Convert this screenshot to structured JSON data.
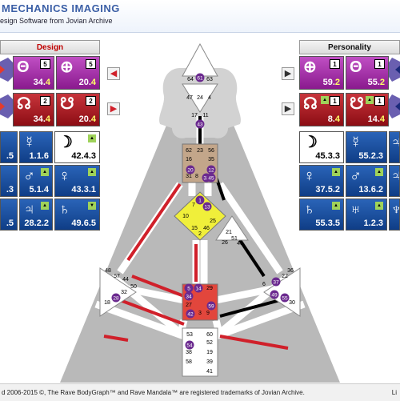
{
  "header": {
    "brand": "MECHANICS IMAGING",
    "tagline": "esign Software from Jovian Archive"
  },
  "design_panel": {
    "title": "Design",
    "rows": [
      [
        {
          "symbol": "Θ",
          "num": "34.",
          "sub": "4",
          "box": "5",
          "color": "purple"
        },
        {
          "symbol": "⊕",
          "num": "20.",
          "sub": "4",
          "box": "5",
          "color": "purple"
        }
      ],
      [
        {
          "symbol": "☊",
          "num": "34.",
          "sub": "4",
          "box": "2",
          "color": "red"
        },
        {
          "symbol": "☋",
          "num": "20.",
          "sub": "4",
          "box": "2",
          "color": "red"
        }
      ],
      [
        {
          "symbol": "",
          "num": ".5",
          "sub": "",
          "color": "blue"
        },
        {
          "symbol": "☿",
          "num": "1.1.6",
          "sub": "",
          "color": "blue"
        },
        {
          "symbol": "☽",
          "num": "42.4.3",
          "sub": "",
          "color": "white"
        }
      ],
      [
        {
          "symbol": "",
          "num": ".3",
          "sub": "",
          "color": "blue"
        },
        {
          "symbol": "♂",
          "num": "5.1.4",
          "sub": "",
          "color": "blue"
        },
        {
          "symbol": "♀",
          "num": "43.3.1",
          "sub": "",
          "color": "blue"
        }
      ],
      [
        {
          "symbol": "",
          "num": ".5",
          "sub": "",
          "color": "blue"
        },
        {
          "symbol": "♃",
          "num": "28.2.2",
          "sub": "",
          "color": "blue"
        },
        {
          "symbol": "♄",
          "num": "49.6.5",
          "sub": "",
          "color": "blue"
        }
      ]
    ]
  },
  "personality_panel": {
    "title": "Personality",
    "rows": [
      [
        {
          "symbol": "⊕",
          "num": "59.",
          "sub": "2",
          "box": "1",
          "color": "purple"
        },
        {
          "symbol": "Θ",
          "num": "55.",
          "sub": "2",
          "box": "1",
          "color": "purple"
        }
      ],
      [
        {
          "symbol": "☊",
          "num": "8.",
          "sub": "4",
          "box": "1",
          "color": "red"
        },
        {
          "symbol": "☋",
          "num": "14.",
          "sub": "4",
          "box": "1",
          "color": "red"
        }
      ],
      [
        {
          "symbol": "☽",
          "num": "45.3.3",
          "sub": "",
          "color": "white"
        },
        {
          "symbol": "☿",
          "num": "55.2.3",
          "sub": "",
          "color": "blue"
        },
        {
          "symbol": "♃",
          "num": "",
          "sub": "",
          "color": "blue"
        }
      ],
      [
        {
          "symbol": "♀",
          "num": "37.5.2",
          "sub": "",
          "color": "blue"
        },
        {
          "symbol": "♂",
          "num": "13.6.2",
          "sub": "",
          "color": "blue"
        },
        {
          "symbol": "♃",
          "num": "",
          "sub": "",
          "color": "blue"
        }
      ],
      [
        {
          "symbol": "♄",
          "num": "55.3.5",
          "sub": "",
          "color": "blue"
        },
        {
          "symbol": "♅",
          "num": "1.2.3",
          "sub": "",
          "color": "blue"
        },
        {
          "symbol": "♆",
          "num": "",
          "sub": "",
          "color": "blue"
        }
      ]
    ]
  },
  "bodygraph": {
    "head": [
      "64",
      "61",
      "63"
    ],
    "ajna": [
      "47",
      "24",
      "4"
    ],
    "throat_top": [
      "17",
      "11",
      "43"
    ],
    "throat": [
      "62",
      "23",
      "56",
      "16",
      "35",
      "12",
      "20",
      "31",
      "8",
      "33",
      "45"
    ],
    "g": [
      "7",
      "1",
      "13",
      "10",
      "25",
      "15",
      "46",
      "2"
    ],
    "spleen_side": [
      "48",
      "57",
      "44",
      "50",
      "32",
      "28",
      "18"
    ],
    "solar_side": [
      "36",
      "22",
      "37",
      "6",
      "49",
      "55",
      "30"
    ],
    "sacral": [
      "5",
      "14",
      "29",
      "34",
      "27",
      "59",
      "42",
      "3",
      "9"
    ],
    "root": [
      "53",
      "60",
      "52",
      "54",
      "19",
      "38",
      "39",
      "58",
      "41"
    ],
    "heart": [
      "21",
      "51",
      "26",
      "40"
    ]
  },
  "footer": {
    "copyright": "d 2006-2015 ©, The Rave BodyGraph™ and Rave Mandala™ are registered trademarks of Jovian Archive.",
    "right": "Li"
  },
  "colors": {
    "purple": "#a135a5",
    "red": "#a8202a",
    "blue": "#1c4f9e",
    "design_red": "#d0202a"
  }
}
